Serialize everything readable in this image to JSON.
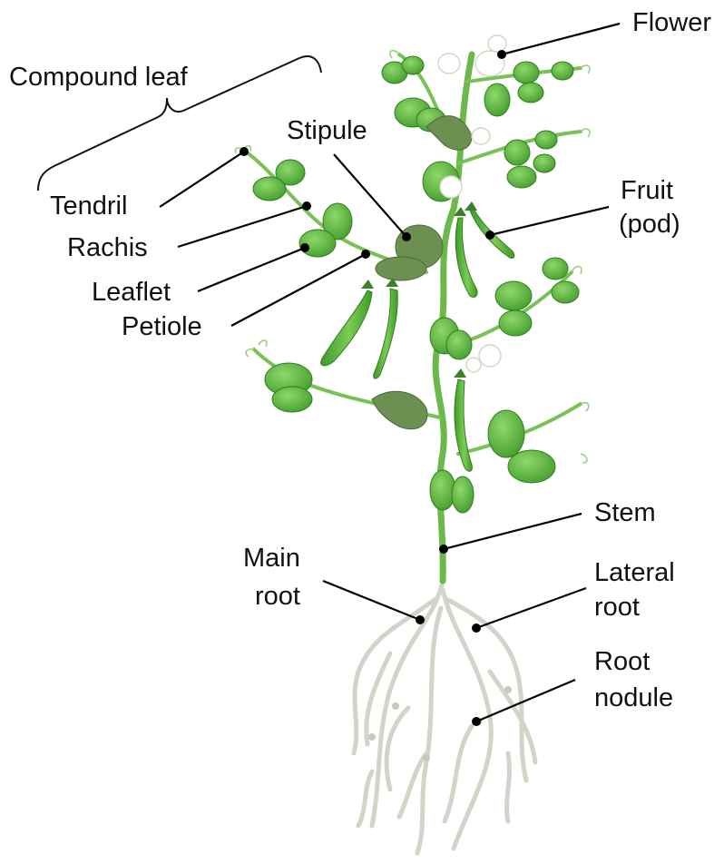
{
  "labels": {
    "flower": "Flower",
    "compound_leaf": "Compound leaf",
    "stipule": "Stipule",
    "tendril": "Tendril",
    "rachis": "Rachis",
    "leaflet": "Leaflet",
    "petiole": "Petiole",
    "fruit_line1": "Fruit",
    "fruit_line2": "(pod)",
    "stem": "Stem",
    "main_root_line1": "Main",
    "main_root_line2": "root",
    "lateral_root_line1": "Lateral",
    "lateral_root_line2": "root",
    "root_nodule_line1": "Root",
    "root_nodule_line2": "nodule"
  },
  "colors": {
    "leaf": "#5fbf3f",
    "leaf_dark": "#3f9a2a",
    "stipule": "#6a8f50",
    "stem": "#6cb84a",
    "pod": "#58b540",
    "flower": "#ffffff",
    "root": "#d2d2c8",
    "leader_line": "#000000"
  }
}
